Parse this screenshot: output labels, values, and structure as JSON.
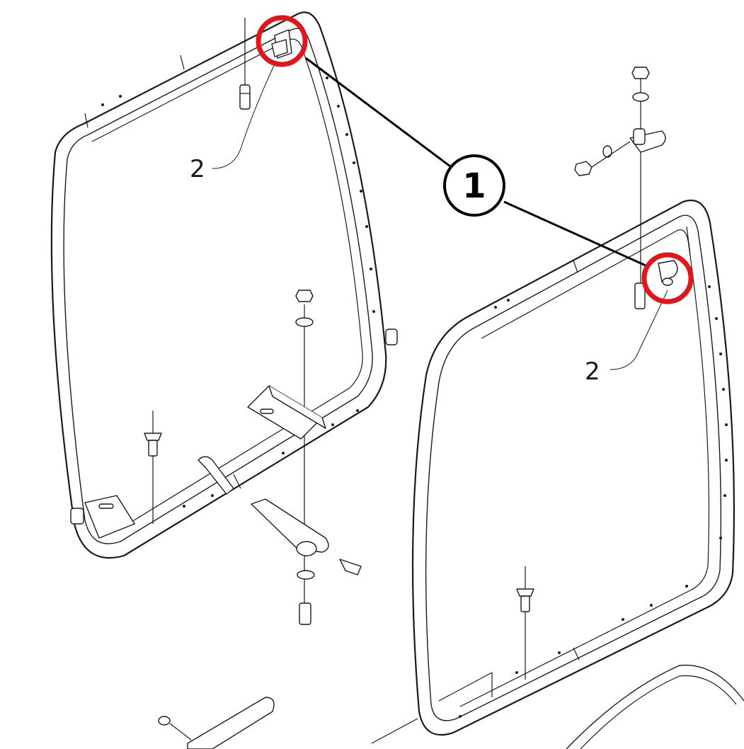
{
  "callout": {
    "number": "1"
  },
  "part_labels": {
    "left": "2",
    "right": "2"
  },
  "colors": {
    "highlight": "#e0161b",
    "ink": "#1a1a1a",
    "background": "#ffffff"
  }
}
